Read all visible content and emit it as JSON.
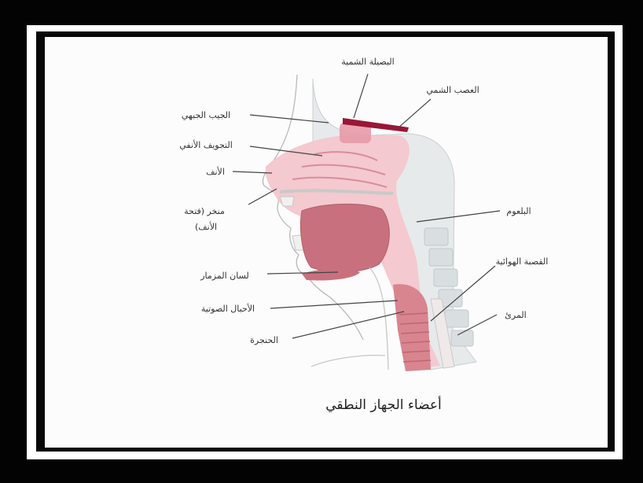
{
  "labels": {
    "olfactory_bulb": "البصيلة الشمية",
    "olfactory_nerve": "العصب الشمي",
    "frontal_sinus": "الجيب الجبهي",
    "nasal_cavity": "التجويف الأنفي",
    "nose": "الأنف",
    "nostril_line1": "منخر (فتحة",
    "nostril_line2": "الأنف)",
    "pharynx": "البلعوم",
    "epiglottis": "لسان المزمار",
    "trachea": "القصبة الهوائية",
    "vocal_cords": "الأحبال الصوتية",
    "esophagus": "المرئ",
    "larynx": "الحنجرة"
  },
  "caption": "أعضاء الجهاز النطقي",
  "colors": {
    "frame": "#030303",
    "border_white": "#ffffff",
    "background": "#fcfcfc",
    "tissue_light": "#f4c9cf",
    "tissue_mid": "#e7a3ad",
    "tissue_dark": "#c9707e",
    "bone": "#d9dfe1",
    "olfactory": "#9a1636"
  }
}
